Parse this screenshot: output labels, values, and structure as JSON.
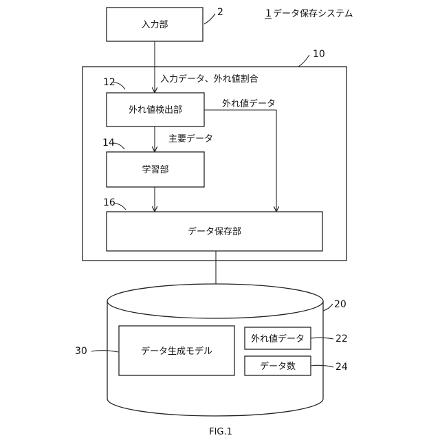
{
  "system": {
    "ref": "1",
    "title": "データ保存システム"
  },
  "input_unit": {
    "label": "入力部",
    "ref": "2"
  },
  "device": {
    "ref": "10"
  },
  "outlier_detector": {
    "label": "外れ値検出部",
    "ref": "12"
  },
  "learning_unit": {
    "label": "学習部",
    "ref": "14"
  },
  "data_storage_unit": {
    "label": "データ保存部",
    "ref": "16"
  },
  "storage": {
    "ref": "20"
  },
  "generation_model": {
    "label": "データ生成モデル",
    "ref": "30"
  },
  "outlier_data_box": {
    "label": "外れ値データ",
    "ref": "22"
  },
  "data_count_box": {
    "label": "データ数",
    "ref": "24"
  },
  "flows": {
    "input_data": "入力データ、外れ値割合",
    "outlier_data": "外れ値データ",
    "main_data": "主要データ"
  },
  "caption": "FIG.1"
}
